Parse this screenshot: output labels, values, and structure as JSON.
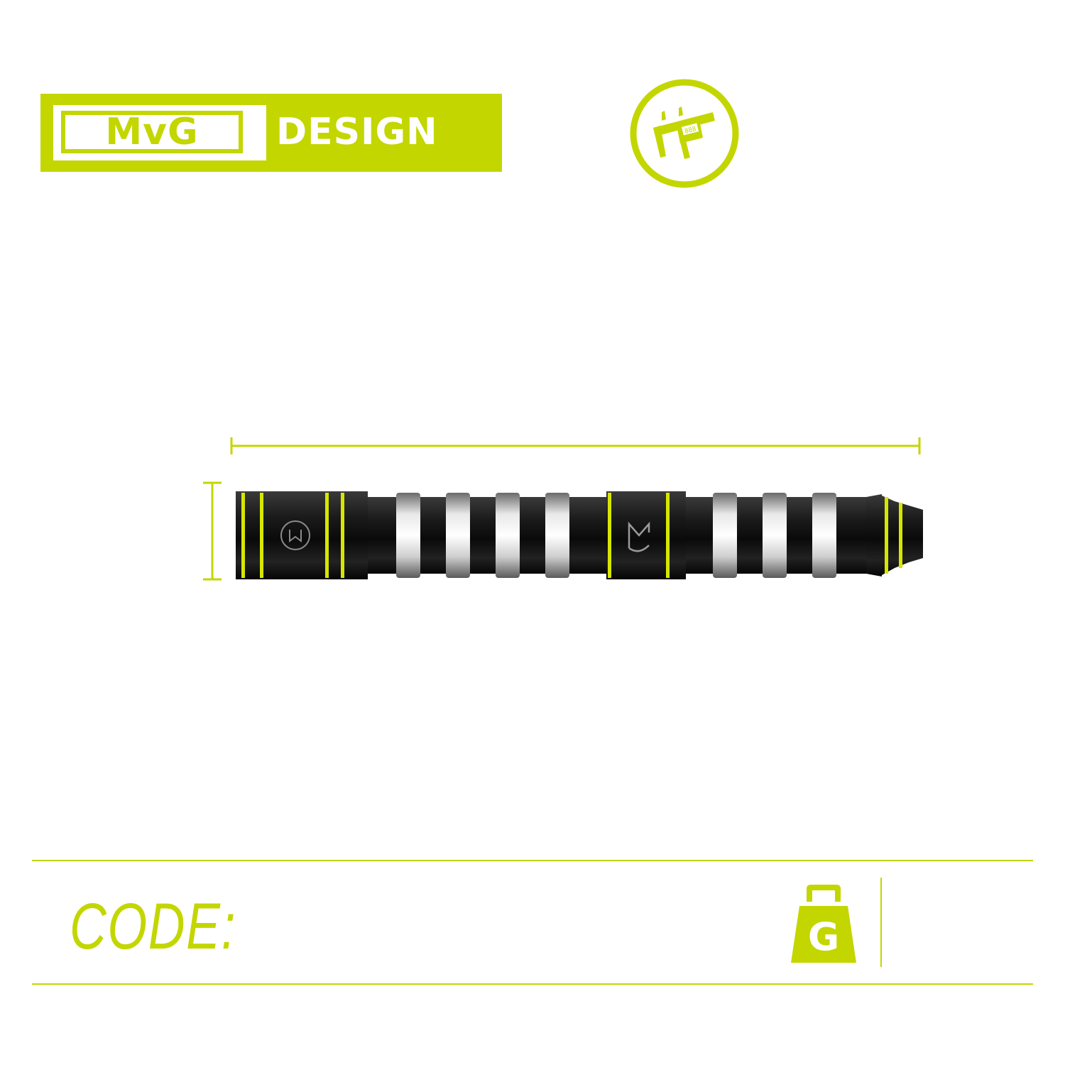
{
  "brand": {
    "mvg": "MvG",
    "design": "DESIGN",
    "accent_color": "#c3d600"
  },
  "icons": {
    "caliper": "caliper-icon",
    "weight": "weight-icon",
    "weight_letter": "G"
  },
  "spec": {
    "code_label": "CODE:"
  }
}
